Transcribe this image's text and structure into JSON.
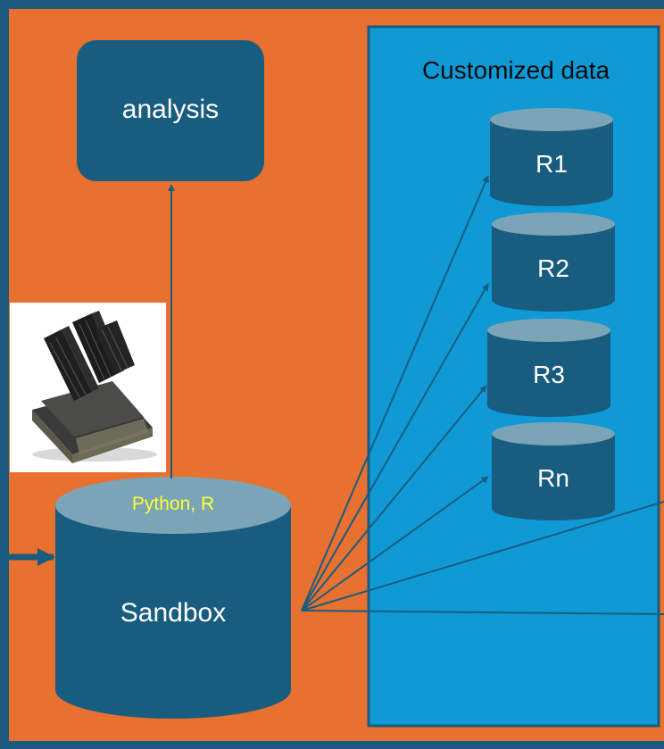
{
  "analysis_label": "analysis",
  "custom_data_title": "Customized data",
  "sandbox": {
    "label": "Sandbox",
    "tools_label": "Python, R"
  },
  "repos": [
    "R1",
    "R2",
    "R3",
    "Rn"
  ],
  "colors": {
    "frame": "#1a5a7e",
    "orange_panel": "#e8712f",
    "blue_panel": "#0f9ad6",
    "node": "#185c80",
    "cylinder_top": "#7ba4b6",
    "tools_text": "#ffff33",
    "arrow": "#185c80"
  },
  "icons": {
    "hardware": "server-hardware-icon"
  }
}
